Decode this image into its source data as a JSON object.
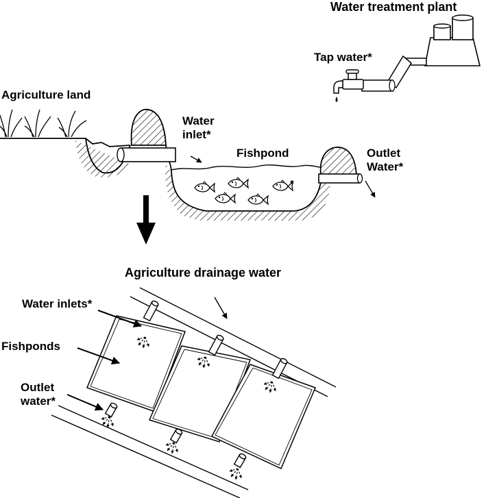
{
  "top": {
    "water_treatment_plant": "Water treatment plant",
    "tap_water": "Tap water*",
    "agriculture_land": "Agriculture land",
    "water_inlet_line1": "Water",
    "water_inlet_line2": "inlet*",
    "fishpond": "Fishpond",
    "outlet_line1": "Outlet",
    "outlet_line2": "Water*",
    "fish_marker": "*"
  },
  "bottom": {
    "drainage": "Agriculture drainage water",
    "water_inlets": "Water inlets*",
    "fishponds": "Fishponds",
    "outlet_line1": "Outlet",
    "outlet_line2": "water*"
  }
}
